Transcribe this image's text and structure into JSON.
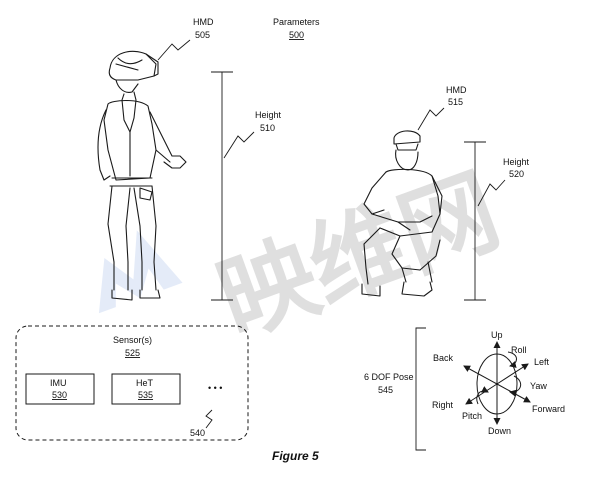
{
  "parameters": {
    "label": "Parameters",
    "ref": "500"
  },
  "hmd_standing": {
    "label": "HMD",
    "ref": "505"
  },
  "height_standing": {
    "label": "Height",
    "ref": "510"
  },
  "hmd_crouching": {
    "label": "HMD",
    "ref": "515"
  },
  "height_crouching": {
    "label": "Height",
    "ref": "520"
  },
  "sensors": {
    "label": "Sensor(s)",
    "ref": "525",
    "imu": {
      "label": "IMU",
      "ref": "530"
    },
    "het": {
      "label": "HeT",
      "ref": "535"
    },
    "ellipsis": "• • •",
    "more_ref": "540"
  },
  "pose": {
    "label": "6 DOF Pose",
    "ref": "545",
    "directions": {
      "up": "Up",
      "roll": "Roll",
      "back": "Back",
      "left": "Left",
      "yaw": "Yaw",
      "right": "Right",
      "pitch": "Pitch",
      "forward": "Forward",
      "down": "Down"
    }
  },
  "figure_caption": "Figure 5",
  "watermark": {
    "text": "映维网",
    "color": "#3b6fd0"
  }
}
